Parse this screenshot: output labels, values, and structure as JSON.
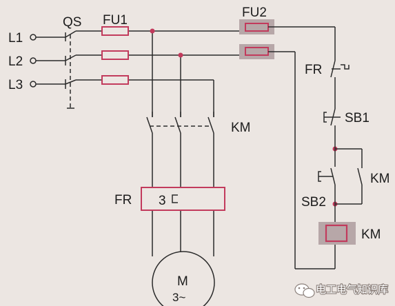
{
  "diagram": {
    "terminals": {
      "l1": "L1",
      "l2": "L2",
      "l3": "L3"
    },
    "labels": {
      "qs": "QS",
      "fu1": "FU1",
      "fu2": "FU2",
      "km_main": "KM",
      "fr_main": "FR",
      "fr_value": "3",
      "motor_m": "M",
      "motor_phase": "3~",
      "fr_ctrl": "FR",
      "sb1": "SB1",
      "sb2": "SB2",
      "km_aux": "KM",
      "km_coil": "KM"
    }
  },
  "watermark": {
    "text": "电工电气知识库"
  },
  "colors": {
    "wire": "#2a2a2a",
    "symbol": "#c23a5c",
    "highlight": "#b7a7a8",
    "background": "#ece6e2"
  }
}
